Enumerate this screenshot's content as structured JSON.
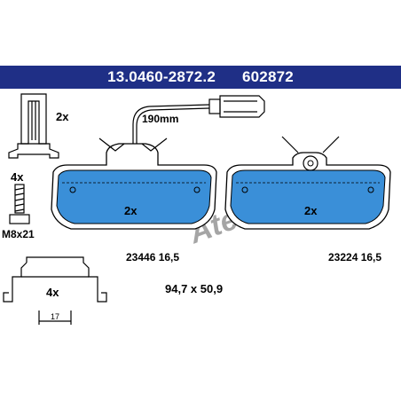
{
  "header": {
    "part_number": "13.0460-2872.2",
    "ref_number": "602872"
  },
  "colors": {
    "header_bg": "#1f2f86",
    "pad_fill": "#3a8fd8",
    "line": "#000000"
  },
  "labels": {
    "clip_qty": "2x",
    "bolt_qty": "4x",
    "bolt_size": "M8x21",
    "wire_length": "190mm",
    "left_pad_qty": "2x",
    "right_pad_qty": "2x",
    "left_pad_code": "23446 16,5",
    "right_pad_code": "23224 16,5",
    "dimensions": "94,7 x 50,9",
    "shim_qty": "4x",
    "shim_width": "17",
    "watermark": "Ate"
  }
}
